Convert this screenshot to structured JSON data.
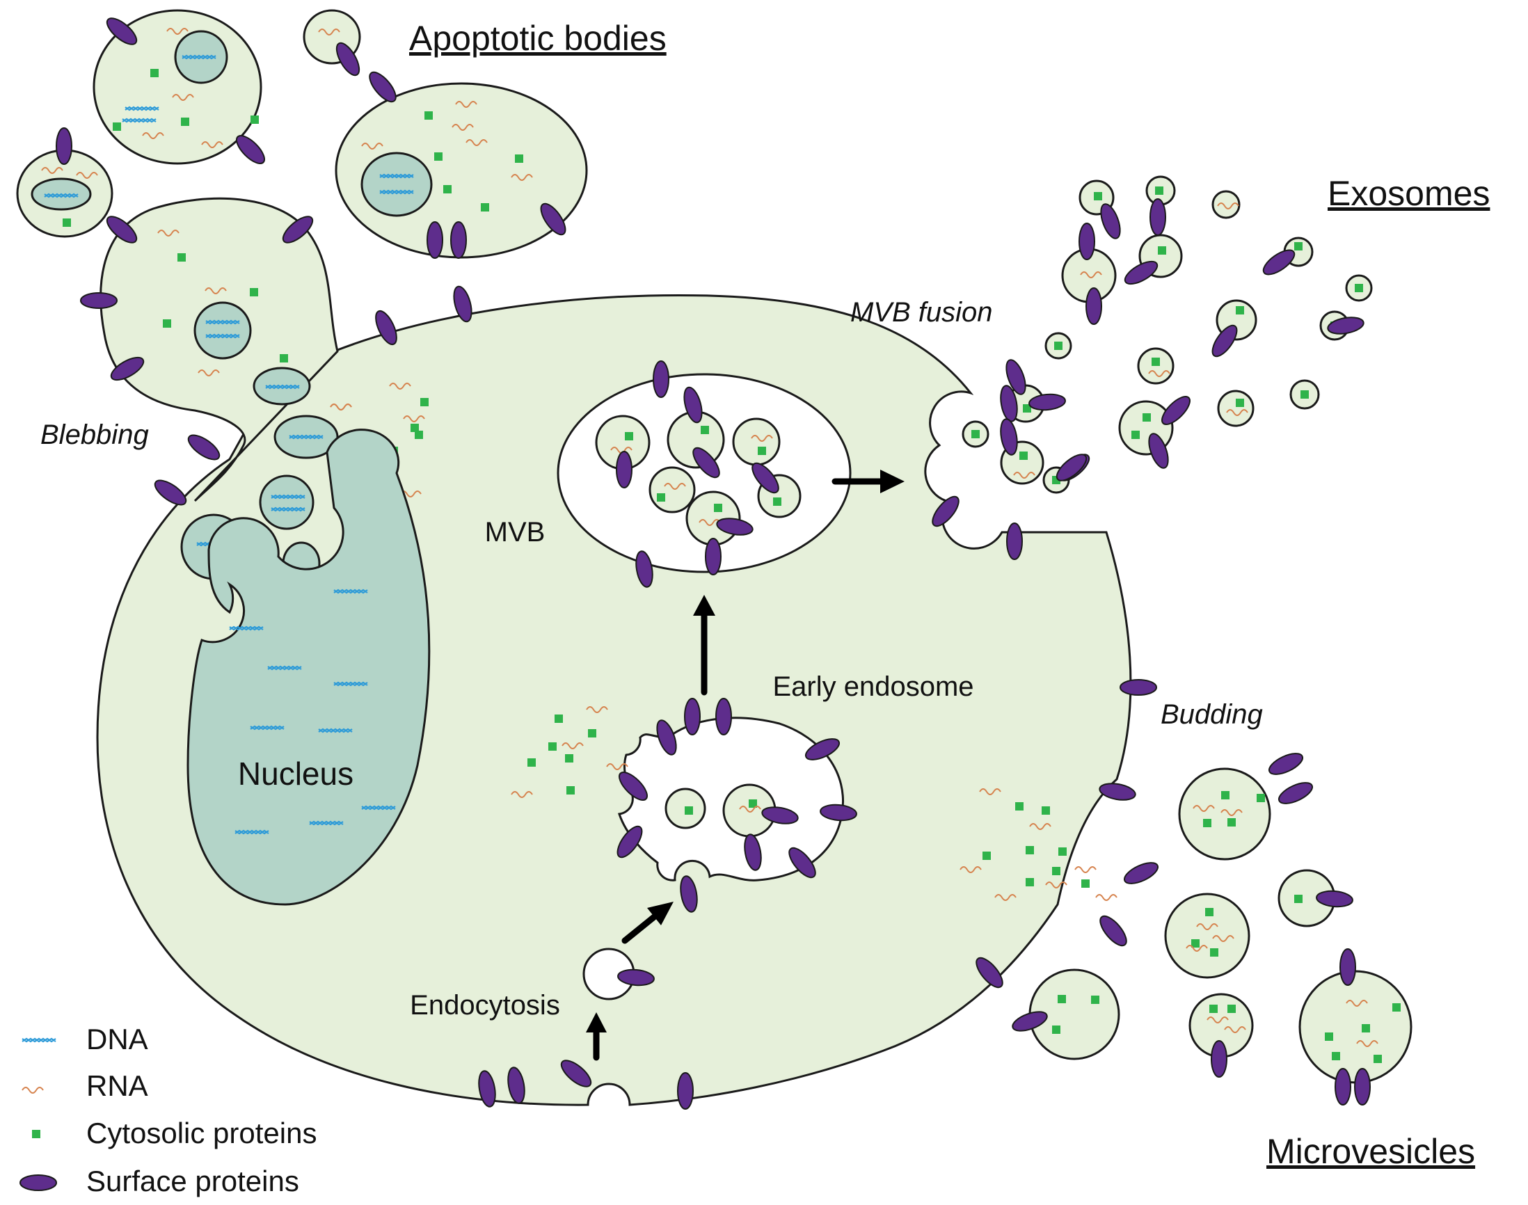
{
  "labels": {
    "apoptotic_bodies": "Apoptotic bodies",
    "exosomes": "Exosomes",
    "microvesicles": "Microvesicles",
    "blebbing": "Blebbing",
    "mvb_fusion": "MVB fusion",
    "budding": "Budding",
    "mvb": "MVB",
    "early_endosome": "Early endosome",
    "endocytosis": "Endocytosis",
    "nucleus": "Nucleus"
  },
  "legend": [
    {
      "icon": "dna-icon",
      "label": "DNA"
    },
    {
      "icon": "rna-icon",
      "label": "RNA"
    },
    {
      "icon": "cytosolic-protein-icon",
      "label": "Cytosolic proteins"
    },
    {
      "icon": "surface-protein-icon",
      "label": "Surface proteins"
    }
  ],
  "colors": {
    "cell_fill": "#e6f0da",
    "nucleus_fill": "#b3d4c8",
    "surface_protein": "#5e2d8c",
    "cytosolic_protein": "#2fb34a",
    "dna": "#2c9ad8",
    "rna": "#d6834e"
  }
}
